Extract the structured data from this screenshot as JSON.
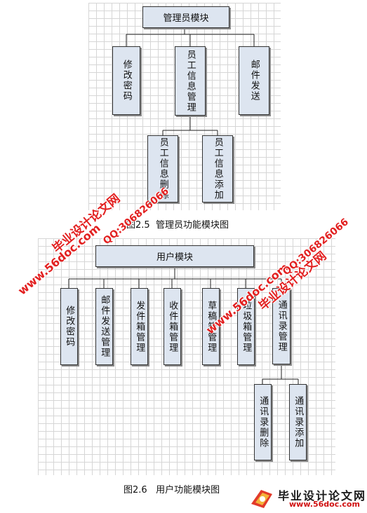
{
  "diagram1": {
    "root": "管理员模块",
    "children": [
      "修改密码",
      "员工信息管理",
      "邮件发送"
    ],
    "sub_children": [
      "员工信息删除",
      "员工信息添加"
    ],
    "caption": "图2.5  管理员功能模块图"
  },
  "diagram2": {
    "root": "用户模块",
    "children": [
      "修改密码",
      "邮件发送管理",
      "发件箱管理",
      "收件箱管理",
      "草稿箱管理",
      "垃圾箱管理",
      "通讯录管理"
    ],
    "sub_children": [
      "通讯录删除",
      "通讯录添加"
    ],
    "caption": "图2.6   用户功能模块图"
  },
  "watermarks": {
    "site_name": "毕业设计论文网",
    "qq": "QQ:306826066",
    "url": "www.56doc.com"
  },
  "colors": {
    "box_fill": "#dde5f0",
    "watermark": "#e22020"
  }
}
